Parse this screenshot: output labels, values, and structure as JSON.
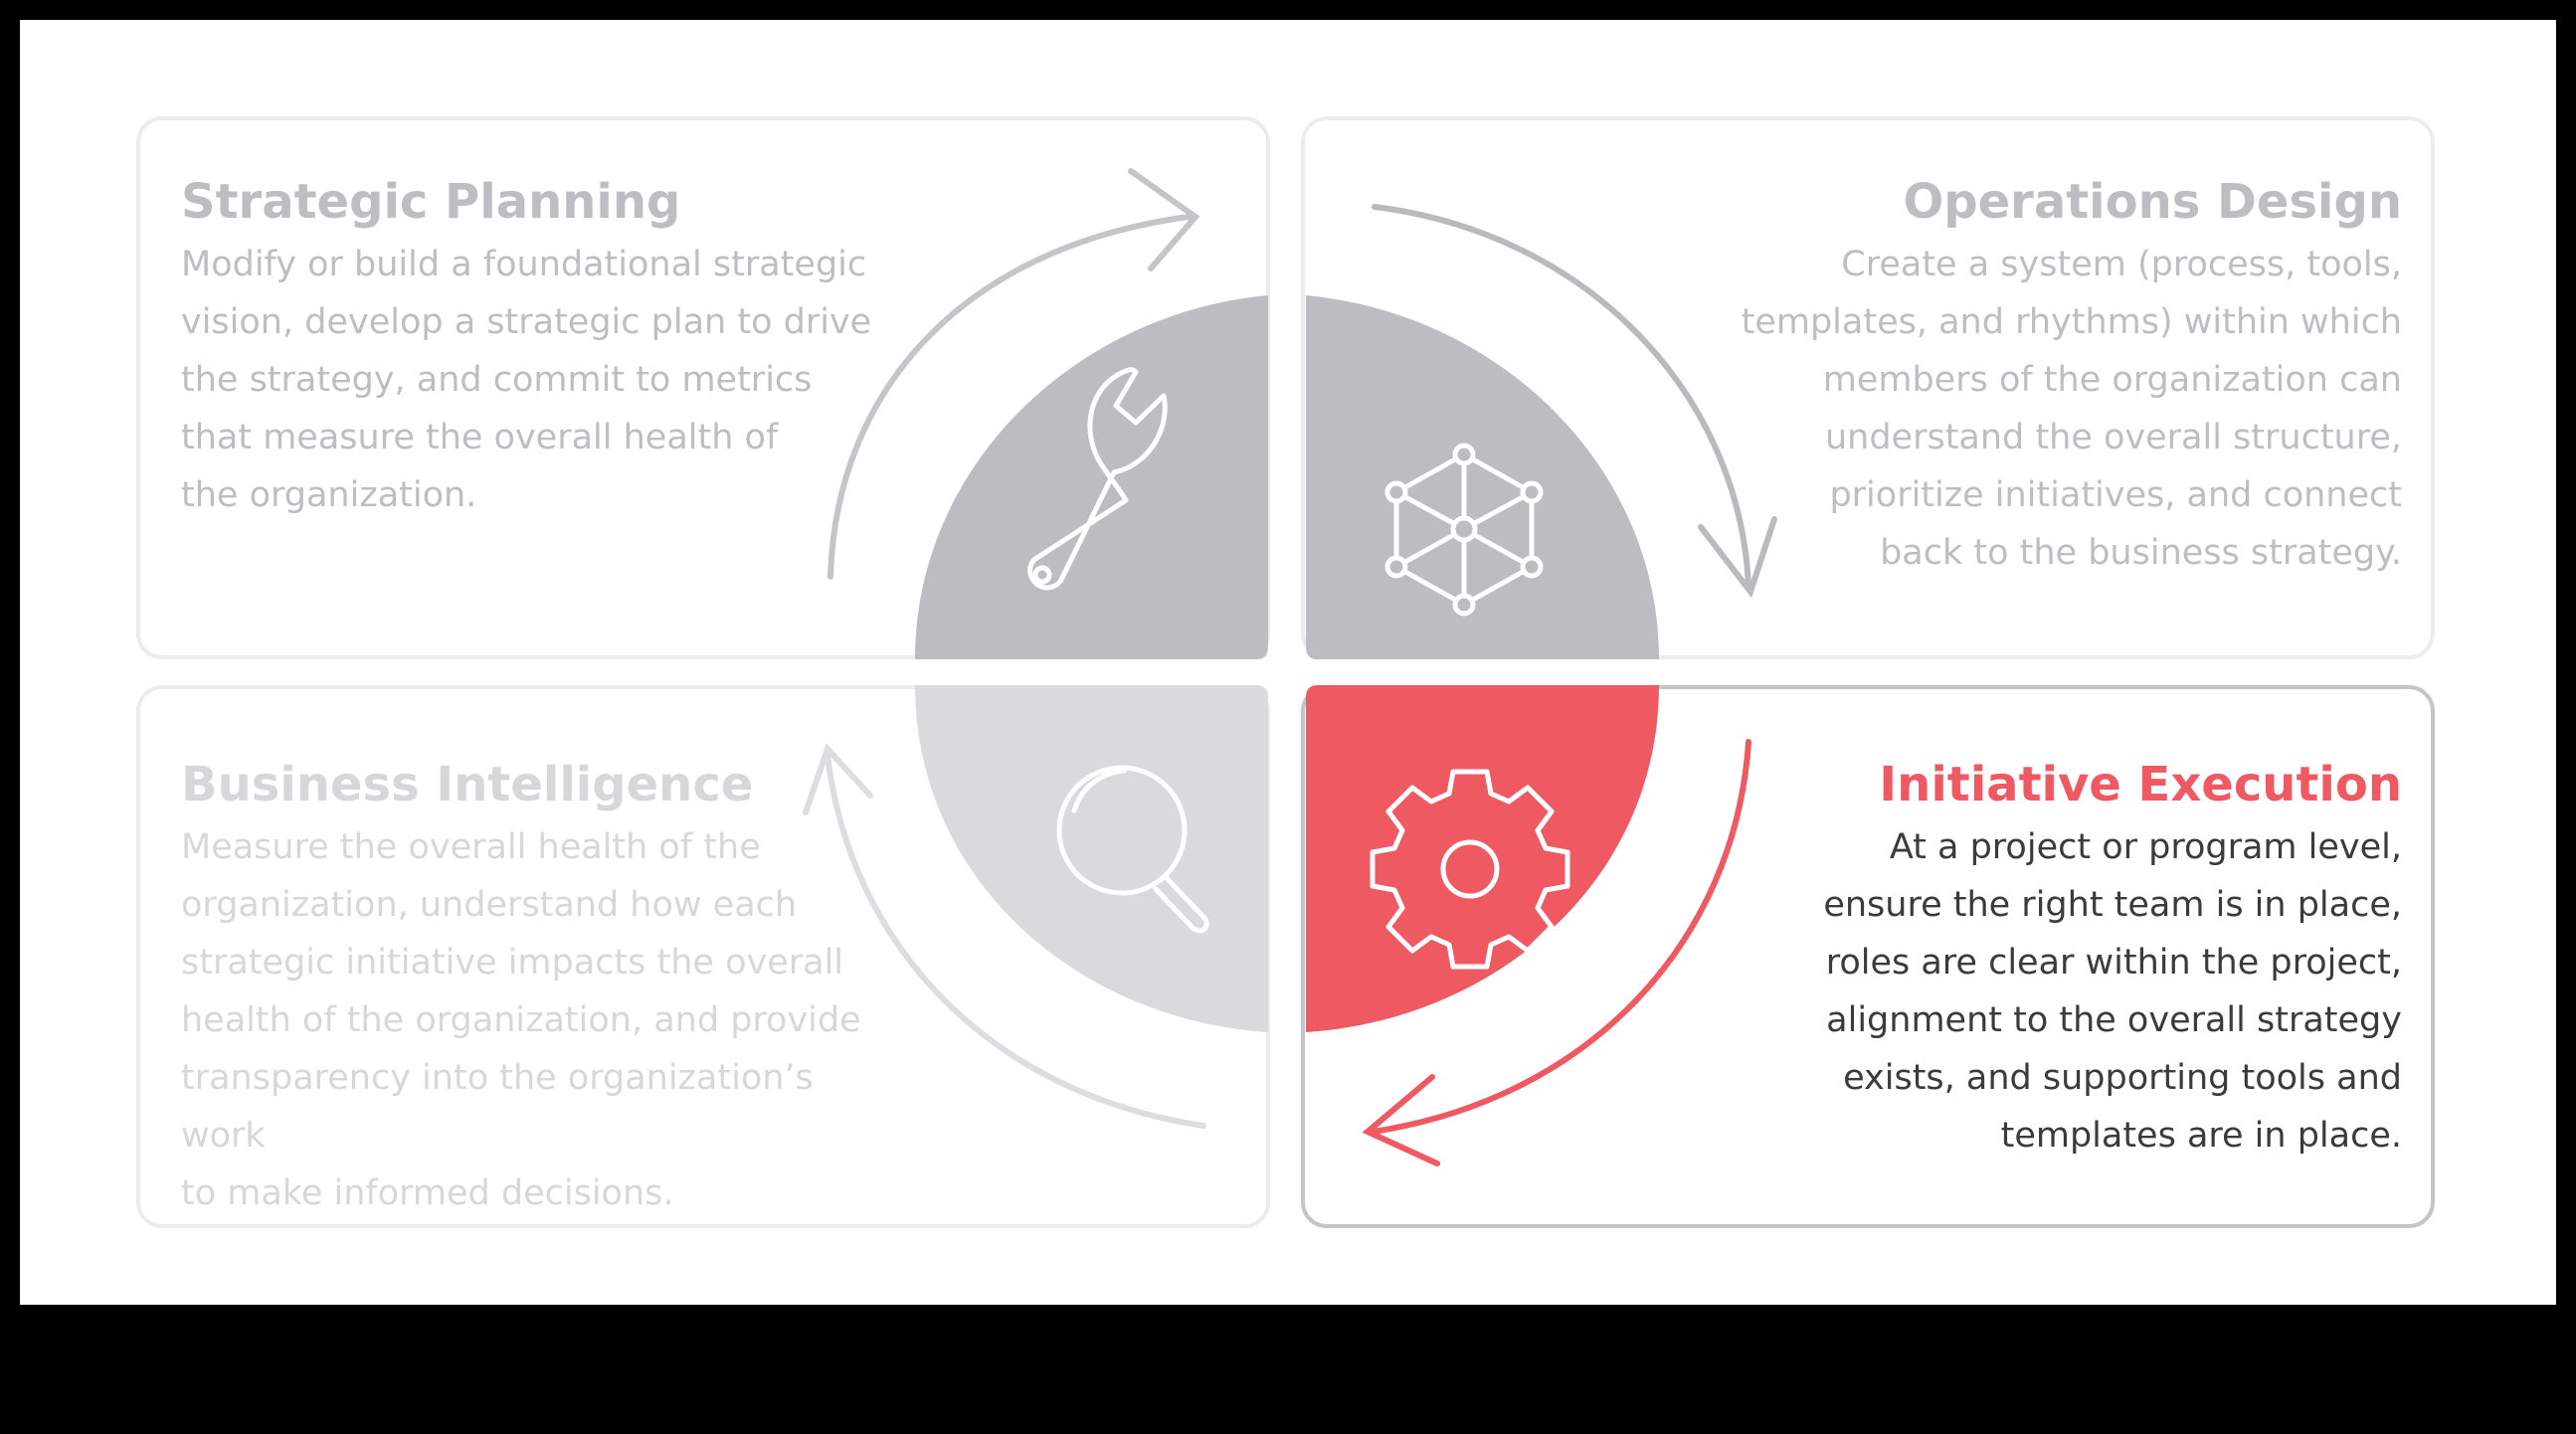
{
  "quadrants": {
    "strategic_planning": {
      "title": "Strategic Planning",
      "lines": [
        "Modify or build a foundational strategic",
        "vision, develop a strategic plan to drive",
        "the strategy, and commit to metrics",
        "that measure the overall health of",
        "the organization."
      ],
      "icon": "wrench-icon"
    },
    "operations_design": {
      "title": "Operations Design",
      "lines": [
        "Create a system (process, tools,",
        "templates, and rhythms) within which",
        "members of the organization can",
        "understand the overall structure,",
        "prioritize initiatives, and connect",
        "back to the business strategy."
      ],
      "icon": "network-cube-icon"
    },
    "business_intelligence": {
      "title": "Business Intelligence",
      "lines": [
        "Measure the overall health of the",
        "organization, understand how each",
        "strategic initiative impacts the overall",
        "health of the organization, and provide",
        "transparency into the organization’s work",
        "to make informed decisions."
      ],
      "icon": "magnifier-icon"
    },
    "initiative_execution": {
      "title": "Initiative Execution",
      "lines": [
        "At a project or program level,",
        "ensure the right team is in place,",
        "roles are clear within the project,",
        "alignment to the overall strategy",
        "exists, and supporting tools and",
        "templates are in place."
      ],
      "icon": "gear-icon",
      "active": true
    }
  },
  "colors": {
    "accent": "#ef5a62",
    "wedge_dark": "#bcbdc0",
    "wedge_light": "#d9dadc",
    "arrow_gray": "#c4c5c8",
    "arrow_light": "#dcdde0",
    "text_gray": "#bdbec1",
    "text_dark": "#3b3b3d"
  }
}
